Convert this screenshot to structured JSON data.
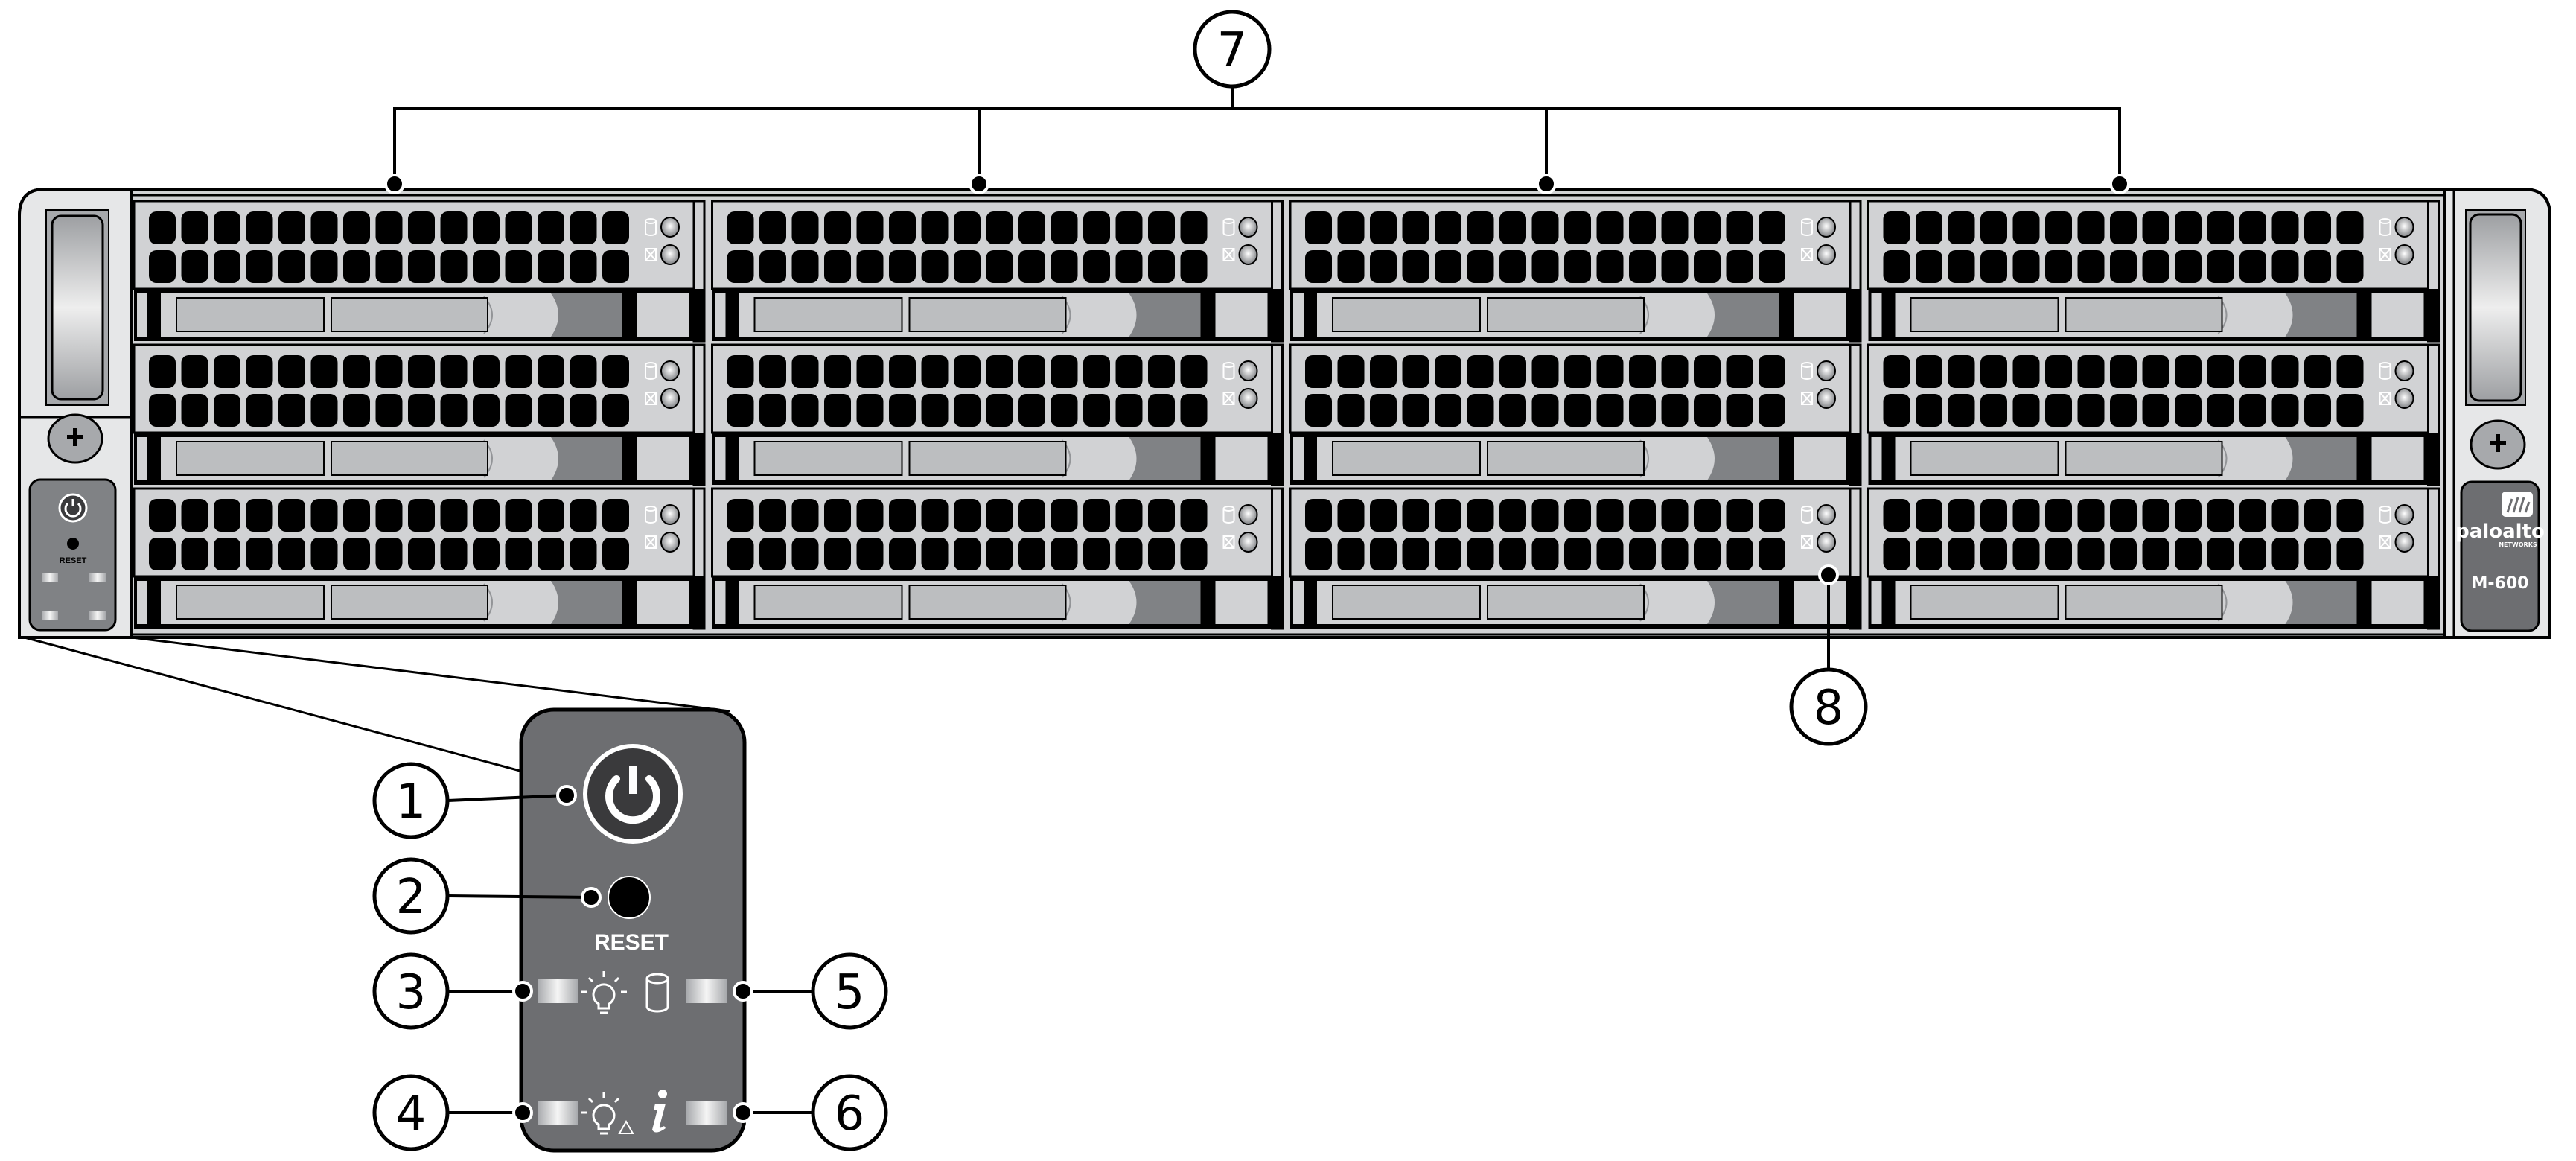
{
  "figure": {
    "product": "M-600",
    "brand": "paloalto",
    "brand_sub": "NETWORKS",
    "drive_bays": {
      "rows": 3,
      "columns": 4,
      "status_icons": [
        "drive-activity-icon",
        "drive-fault-icon"
      ]
    },
    "control_panel": {
      "reset_label": "RESET",
      "icons": [
        "power-icon",
        "reset-button",
        "power-led-icon",
        "hdd-activity-icon",
        "system-fault-icon",
        "info-icon"
      ]
    },
    "callouts": {
      "c1": "1",
      "c2": "2",
      "c3": "3",
      "c4": "4",
      "c5": "5",
      "c6": "6",
      "c7": "7",
      "c8": "8"
    }
  },
  "colors": {
    "chassis": "#d1d2d4",
    "ear": "#e6e7e8",
    "panel": "#6d6e71",
    "power_button": "#3a3a3c",
    "tray_dark": "#808285",
    "label": "#bcbec0"
  }
}
